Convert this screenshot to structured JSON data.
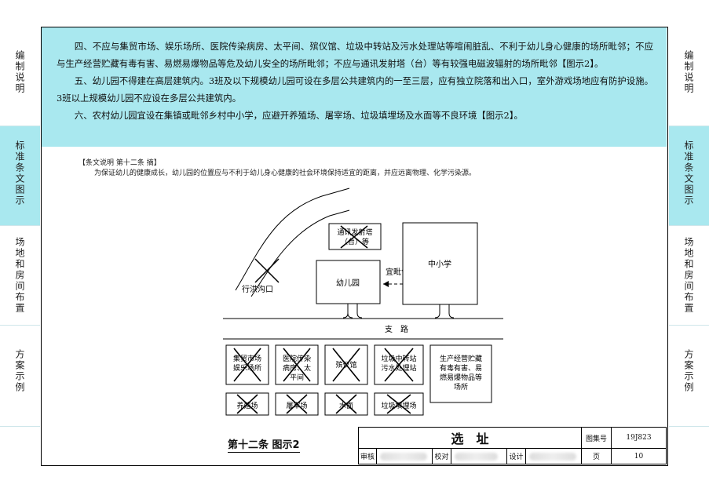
{
  "sidebar_left": [
    "编制说明",
    "标准条文图示",
    "场地和房间布置",
    "方案示例"
  ],
  "sidebar_right": [
    "编制说明",
    "标准条文图示",
    "场地和房间布置",
    "方案示例"
  ],
  "active_tab": 1,
  "rules": [
    "四、不应与集贸市场、娱乐场所、医院传染病房、太平间、殡仪馆、垃圾中转站及污水处理站等喧闹脏乱、不利于幼儿身心健康的场所毗邻；不应与生产经营贮藏有毒有害、易燃易爆物品等危及幼儿安全的场所毗邻；不应与通讯发射塔（台）等有较强电磁波辐射的场所毗邻【图示2】。",
    "五、幼儿园不得建在高层建筑内。3班及以下规模幼儿园可设在多层公共建筑内的一至三层，应有独立院落和出入口，室外游戏场地应有防护设施。3班以上规模幼儿园不应设在多层公共建筑内。",
    "六、农村幼儿园宜设在集镇或毗邻乡村中小学，应避开养殖场、屠宰场、垃圾填埋场及水面等不良环境【图示2】。"
  ],
  "note": {
    "heading": "【条文说明  第十二条  摘】",
    "body": "为保证幼儿的健康成长，幼儿园的位置应与不利于幼儿身心健康的社会环境保持适宜的距离，并应远离物理、化学污染源。"
  },
  "diagram": {
    "flood": "行洪沟口",
    "tower": "通讯发射塔（台）等",
    "kindergarten": "幼儿园",
    "adjacent": "宜毗邻",
    "school": "中小学",
    "road": "支　路",
    "row1": [
      "集贸市场娱乐场所",
      "医院传染病房、太平间",
      "殡仪馆",
      "垃圾中转站污水处理站",
      "生产经营贮藏有毒有害、易燃易爆物品等场所"
    ],
    "row2": [
      "养殖场",
      "屠宰场",
      "水面",
      "垃圾填埋场"
    ]
  },
  "caption": "第十二条  图示2",
  "title_block": {
    "title": "选　址",
    "atlas_label": "图集号",
    "atlas_no": "19J823",
    "review": "审核",
    "check": "校对",
    "design": "设计",
    "page_label": "页",
    "page_no": "10"
  }
}
